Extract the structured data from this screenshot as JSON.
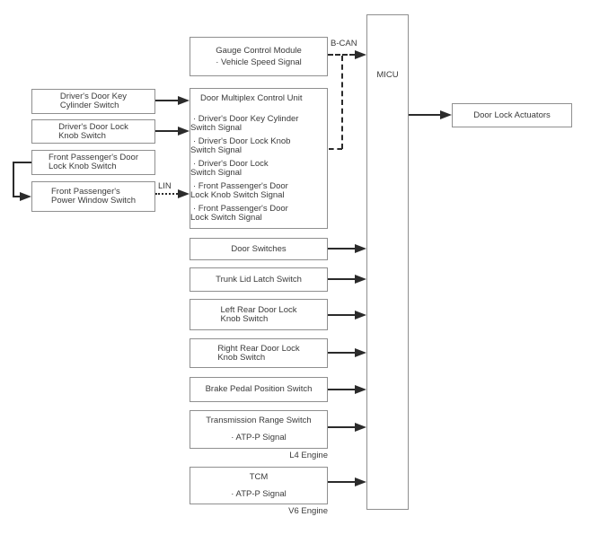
{
  "palette": {
    "border": "#8f8f8f",
    "line": "#2b2b2b",
    "text": "#3a3a3a",
    "background": "#ffffff"
  },
  "left_column": {
    "driver_key": {
      "lines": [
        "Driver's Door Key",
        "Cylinder Switch"
      ]
    },
    "driver_lock_knob": {
      "lines": [
        "Driver's Door Lock",
        "Knob Switch"
      ]
    },
    "front_pass_lock_knob": {
      "lines": [
        "Front Passenger's Door",
        "Lock Knob Switch"
      ]
    },
    "front_pass_window": {
      "lines": [
        "Front Passenger's",
        "Power Window Switch"
      ]
    }
  },
  "middle_column": {
    "gauge": {
      "title": "Gauge Control Module",
      "signal": "· Vehicle Speed Signal"
    },
    "multiplex": {
      "title": "Door Multiplex Control Unit",
      "signals": [
        {
          "lines": [
            "· Driver's Door Key Cylinder",
            "Switch Signal"
          ]
        },
        {
          "lines": [
            "· Driver's Door Lock Knob",
            "Switch Signal"
          ]
        },
        {
          "lines": [
            "· Driver's Door Lock",
            "Switch Signal"
          ]
        },
        {
          "lines": [
            "· Front Passenger's Door",
            "Lock Knob Switch Signal"
          ]
        },
        {
          "lines": [
            "· Front Passenger's Door",
            "Lock Switch Signal"
          ]
        }
      ]
    },
    "door_switches": {
      "label": "Door Switches"
    },
    "trunk_lid": {
      "label": "Trunk Lid Latch Switch"
    },
    "left_rear": {
      "lines": [
        "Left Rear Door Lock",
        "Knob Switch"
      ]
    },
    "right_rear": {
      "lines": [
        "Right Rear Door Lock",
        "Knob Switch"
      ]
    },
    "brake": {
      "label": "Brake Pedal Position Switch"
    },
    "transmission": {
      "title": "Transmission Range Switch",
      "signal": "· ATP-P Signal",
      "note": "L4 Engine"
    },
    "tcm": {
      "title": "TCM",
      "signal": "· ATP-P Signal",
      "note": "V6 Engine"
    }
  },
  "right_column": {
    "micu": {
      "label": "MICU"
    },
    "actuators": {
      "label": "Door Lock Actuators"
    }
  },
  "bus_labels": {
    "bcan": "B-CAN",
    "lin": "LIN"
  }
}
